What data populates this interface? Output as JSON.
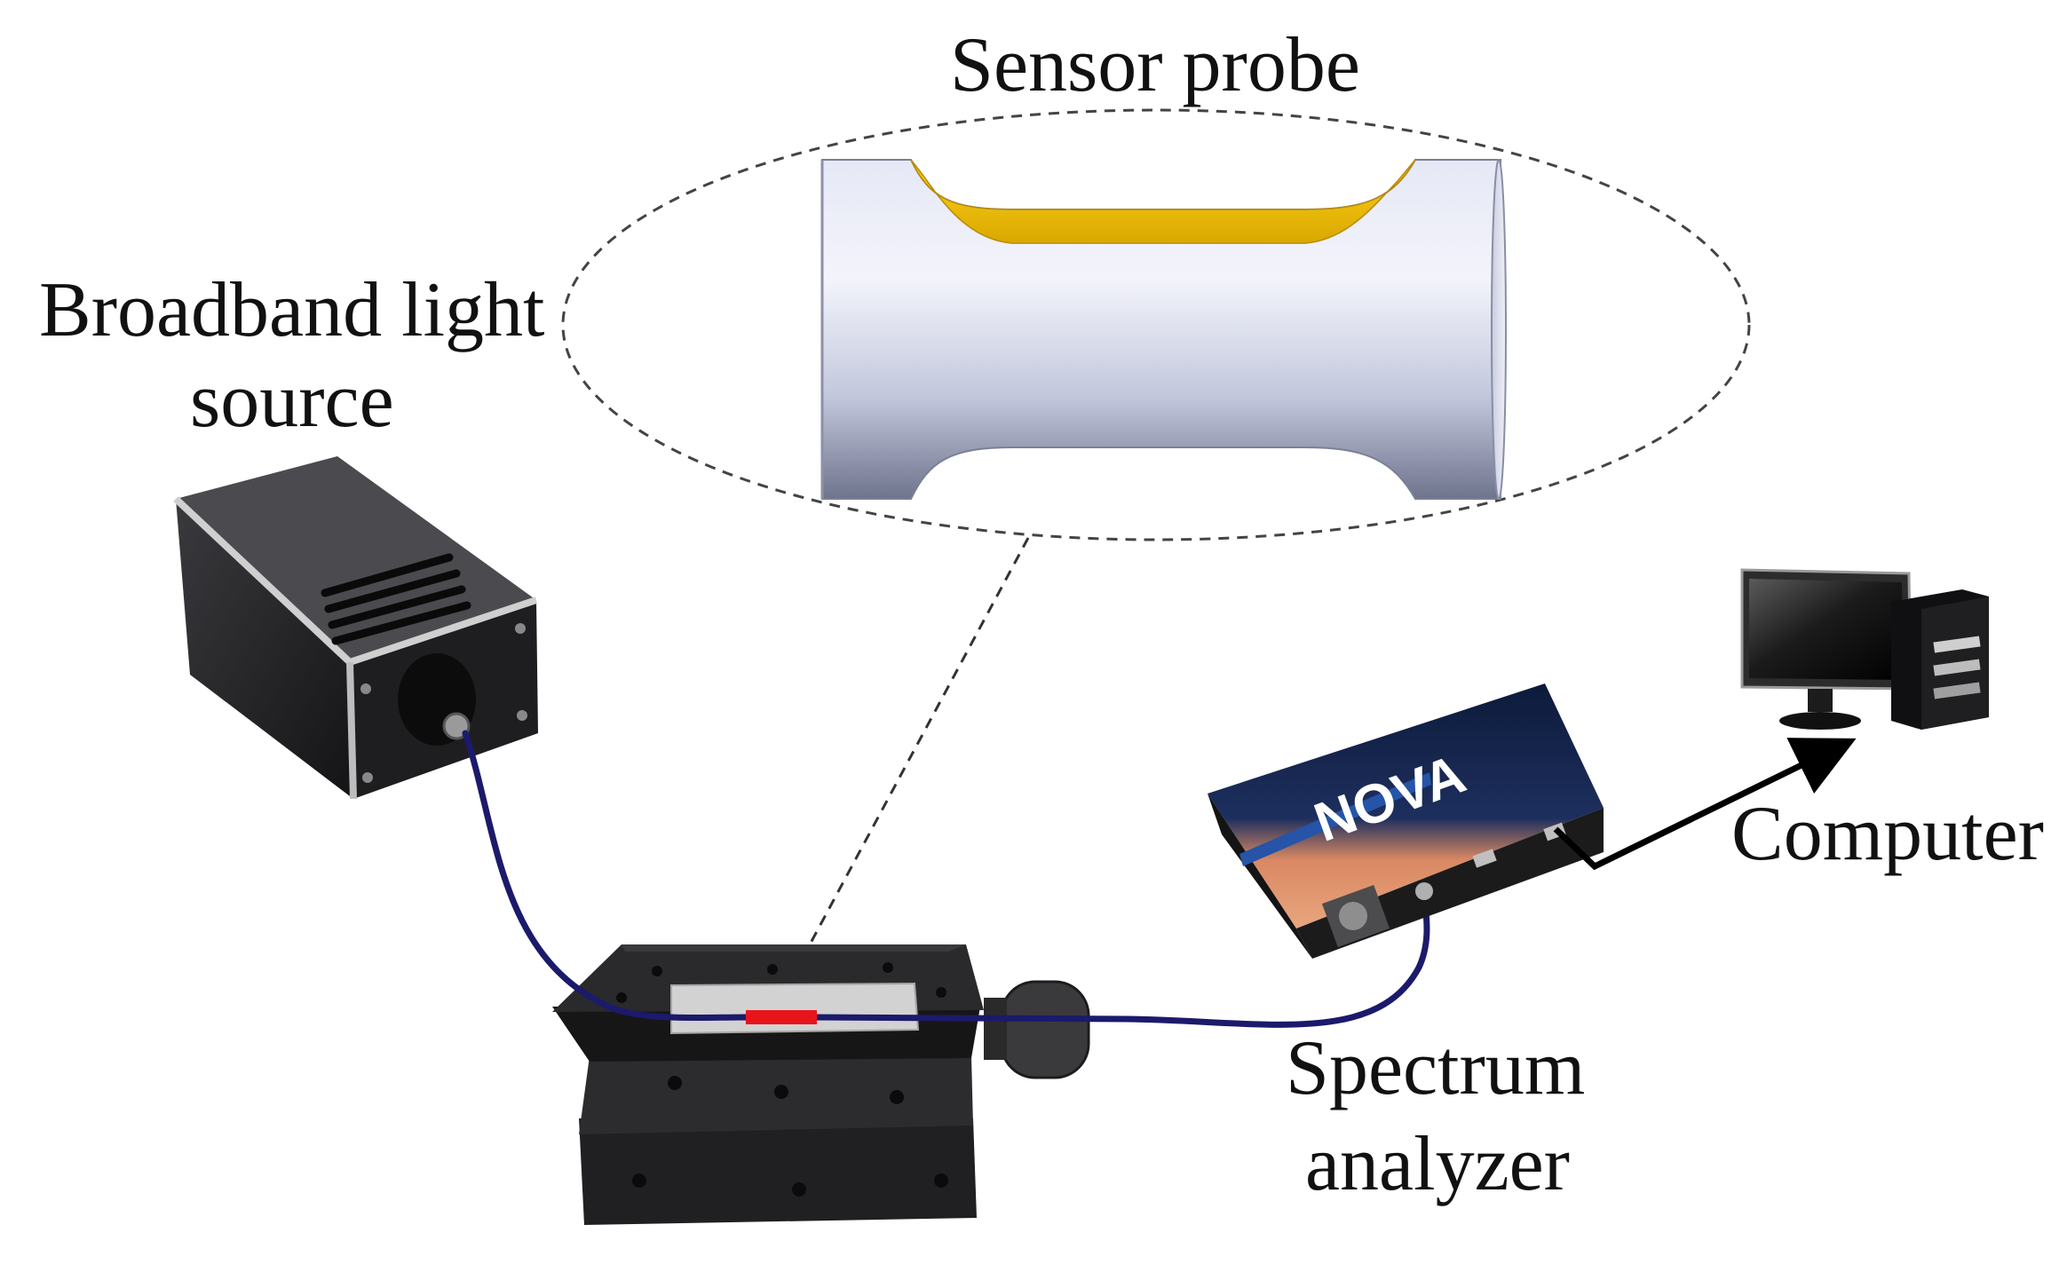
{
  "labels": {
    "sensor_probe": "Sensor probe",
    "light_source_line1": "Broadband light",
    "light_source_line2": "source",
    "computer": "Computer",
    "spectrum_analyzer_line1": "Spectrum",
    "spectrum_analyzer_line2": "analyzer"
  },
  "device_text": {
    "analyzer_brand": "NOVA"
  },
  "colors": {
    "fiber": "#1b1a6b",
    "sensing_region": "#e8141c",
    "gold_film": "#f2c200",
    "probe_body": "#dfe3f4",
    "arrow": "#000000"
  }
}
